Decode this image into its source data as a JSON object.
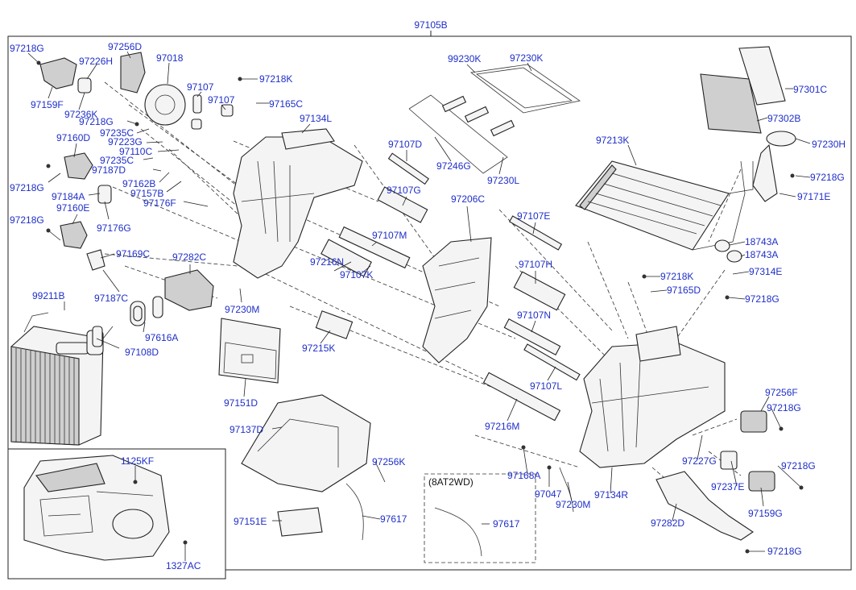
{
  "diagram": {
    "title_part": "97105B",
    "section_note": "(8AT2WD)",
    "labels": {
      "l_97218G_a": "97218G",
      "l_97256D": "97256D",
      "l_97226H": "97226H",
      "l_97018": "97018",
      "l_97159F": "97159F",
      "l_97236K": "97236K",
      "l_97107_a": "97107",
      "l_97107_b": "97107",
      "l_97218K_a": "97218K",
      "l_97165C": "97165C",
      "l_97134L": "97134L",
      "l_97218G_b": "97218G",
      "l_97235C_a": "97235C",
      "l_97223G": "97223G",
      "l_97110C": "97110C",
      "l_97235C_b": "97235C",
      "l_97187D": "97187D",
      "l_97162B": "97162B",
      "l_97157B": "97157B",
      "l_97176F": "97176F",
      "l_97160D": "97160D",
      "l_97218G_c": "97218G",
      "l_97184A": "97184A",
      "l_97160E": "97160E",
      "l_97218G_d": "97218G",
      "l_97176G": "97176G",
      "l_97169C": "97169C",
      "l_97282C": "97282C",
      "l_99211B": "99211B",
      "l_97187C": "97187C",
      "l_97616A": "97616A",
      "l_97108D": "97108D",
      "l_97230M_a": "97230M",
      "l_97216N": "97216N",
      "l_97107K": "97107K",
      "l_97107M": "97107M",
      "l_97107G": "97107G",
      "l_97107D": "97107D",
      "l_97215K": "97215K",
      "l_97151D": "97151D",
      "l_99230K": "99230K",
      "l_97230K": "97230K",
      "l_97246G": "97246G",
      "l_97230L": "97230L",
      "l_97206C": "97206C",
      "l_97107E": "97107E",
      "l_97107H": "97107H",
      "l_97107N": "97107N",
      "l_97107L": "97107L",
      "l_97216M": "97216M",
      "l_97301C": "97301C",
      "l_97302B": "97302B",
      "l_97230H": "97230H",
      "l_97213K": "97213K",
      "l_97218G_e": "97218G",
      "l_97171E": "97171E",
      "l_18743A_a": "18743A",
      "l_18743A_b": "18743A",
      "l_97314E": "97314E",
      "l_97218K_b": "97218K",
      "l_97165D": "97165D",
      "l_97218G_f": "97218G",
      "l_97256F": "97256F",
      "l_97218G_g": "97218G",
      "l_97227G": "97227G",
      "l_97218G_h": "97218G",
      "l_97237E": "97237E",
      "l_97159G": "97159G",
      "l_97282D": "97282D",
      "l_97218G_i": "97218G",
      "l_97137D": "97137D",
      "l_97256K": "97256K",
      "l_97151E": "97151E",
      "l_97617_a": "97617",
      "l_97617_b": "97617",
      "l_97168A": "97168A",
      "l_97047": "97047",
      "l_97230M_b": "97230M",
      "l_97134R": "97134R",
      "l_1125KF": "1125KF",
      "l_1327AC": "1327AC"
    }
  }
}
